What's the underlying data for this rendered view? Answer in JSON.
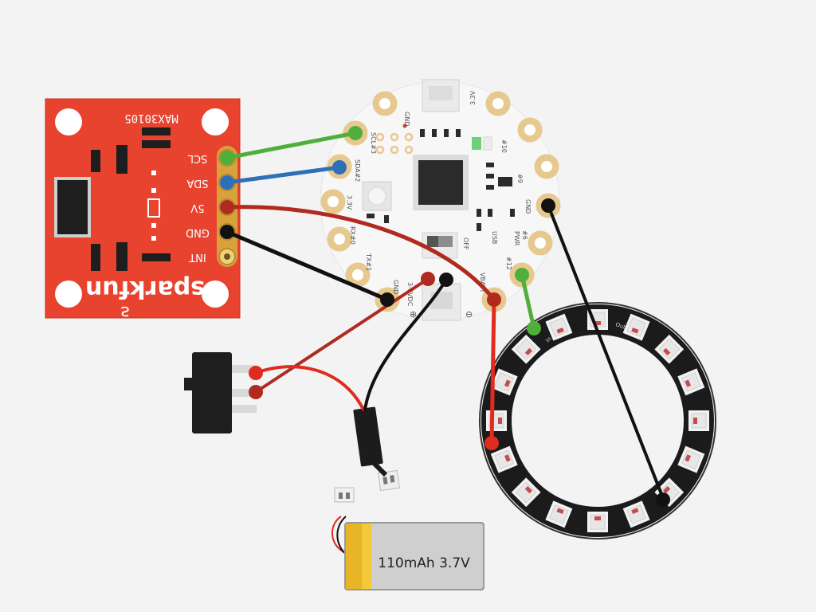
{
  "sensor_board": {
    "model_label": "MAX30105",
    "brand_label": "sparkfun",
    "pins": [
      {
        "label": "SCL"
      },
      {
        "label": "SDA"
      },
      {
        "label": "5V"
      },
      {
        "label": "GND"
      },
      {
        "label": "INT"
      }
    ]
  },
  "controller_board": {
    "pads": {
      "gnd_top": "GND",
      "v33": "3.3V",
      "p10": "#10",
      "p9": "#9",
      "gnd_right": "GND",
      "p6": "#6",
      "p12": "#12",
      "vbatt": "VBATT",
      "vdc": "3-6VDC",
      "gnd_bottom": "GND",
      "tx": "TX#1",
      "rx": "RX#0",
      "v33_left": "3.3V",
      "sda": "SDA#2",
      "scl": "SCL#3"
    },
    "small_labels": {
      "off": "OFF",
      "usb": "USB",
      "pwr": "PWR",
      "plus": "⊕",
      "minus": "⊖"
    }
  },
  "neopixel_ring": {
    "in_label": "In",
    "out_label": "Out"
  },
  "battery": {
    "label": "110mAh 3.7V"
  },
  "colors": {
    "sensor_red": "#e8432f",
    "wire_green": "#4faf3a",
    "wire_blue": "#2f6fb8",
    "wire_red": "#b02a1f",
    "wire_bright_red": "#e02c1f",
    "wire_black": "#111111",
    "controller_white": "#f7f7f7",
    "pad_gold": "#e7c98f",
    "ring_black": "#1b1b1b",
    "battery_gold": "#e7b526",
    "battery_silver": "#c9c9c9"
  }
}
